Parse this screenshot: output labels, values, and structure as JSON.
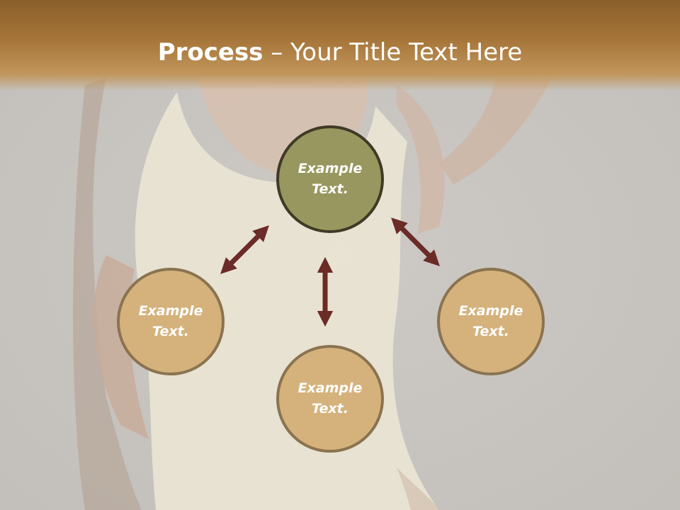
{
  "slide": {
    "title_bold": "Process",
    "title_rest": " – Your Title Text Here"
  },
  "nodes": {
    "top": "Example Text.",
    "left": "Example Text.",
    "right": "Example Text.",
    "bottom": "Example Text."
  },
  "colors": {
    "header": "#a7763a",
    "main_circle": "#97975f",
    "side_circle": "#d5b27c",
    "arrow": "#6b2b27"
  },
  "icons": {
    "arrows": "double-headed-arrow"
  }
}
